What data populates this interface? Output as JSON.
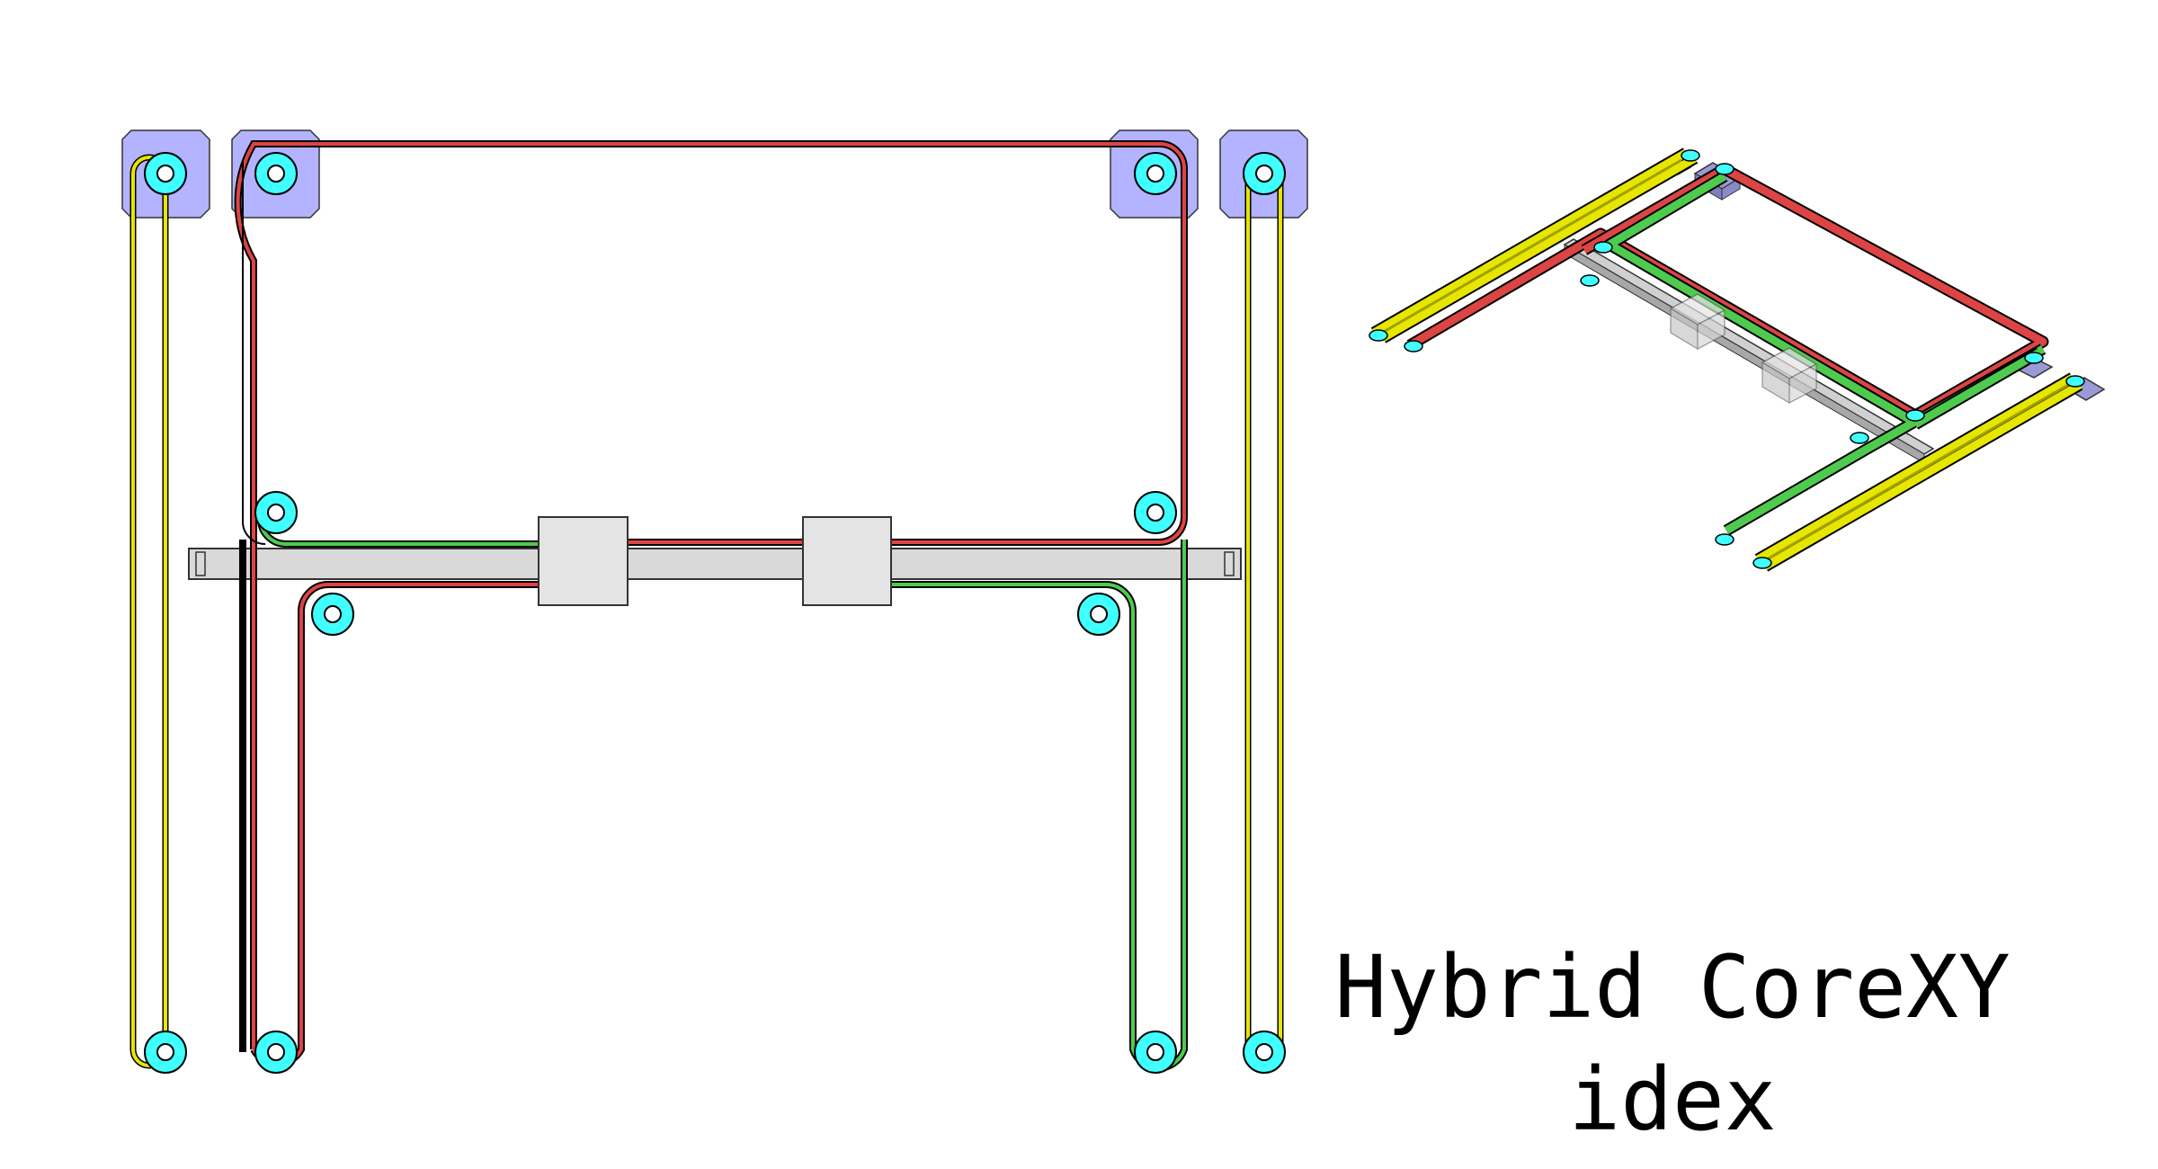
{
  "title": {
    "line1": "Hybrid CoreXY",
    "line2": "idex"
  },
  "colors": {
    "motor": "#b3b3ff",
    "pulley": "#40ffff",
    "belt_red": "#dd4444",
    "belt_green": "#4ecb4e",
    "belt_yellow": "#e6e600",
    "gantry": "#d9d9d9",
    "carriage": "#e4e4e4",
    "outline": "#000000"
  },
  "parts": {
    "motors": 4,
    "carriages": 2,
    "belts": [
      "red",
      "green",
      "yellow"
    ]
  }
}
